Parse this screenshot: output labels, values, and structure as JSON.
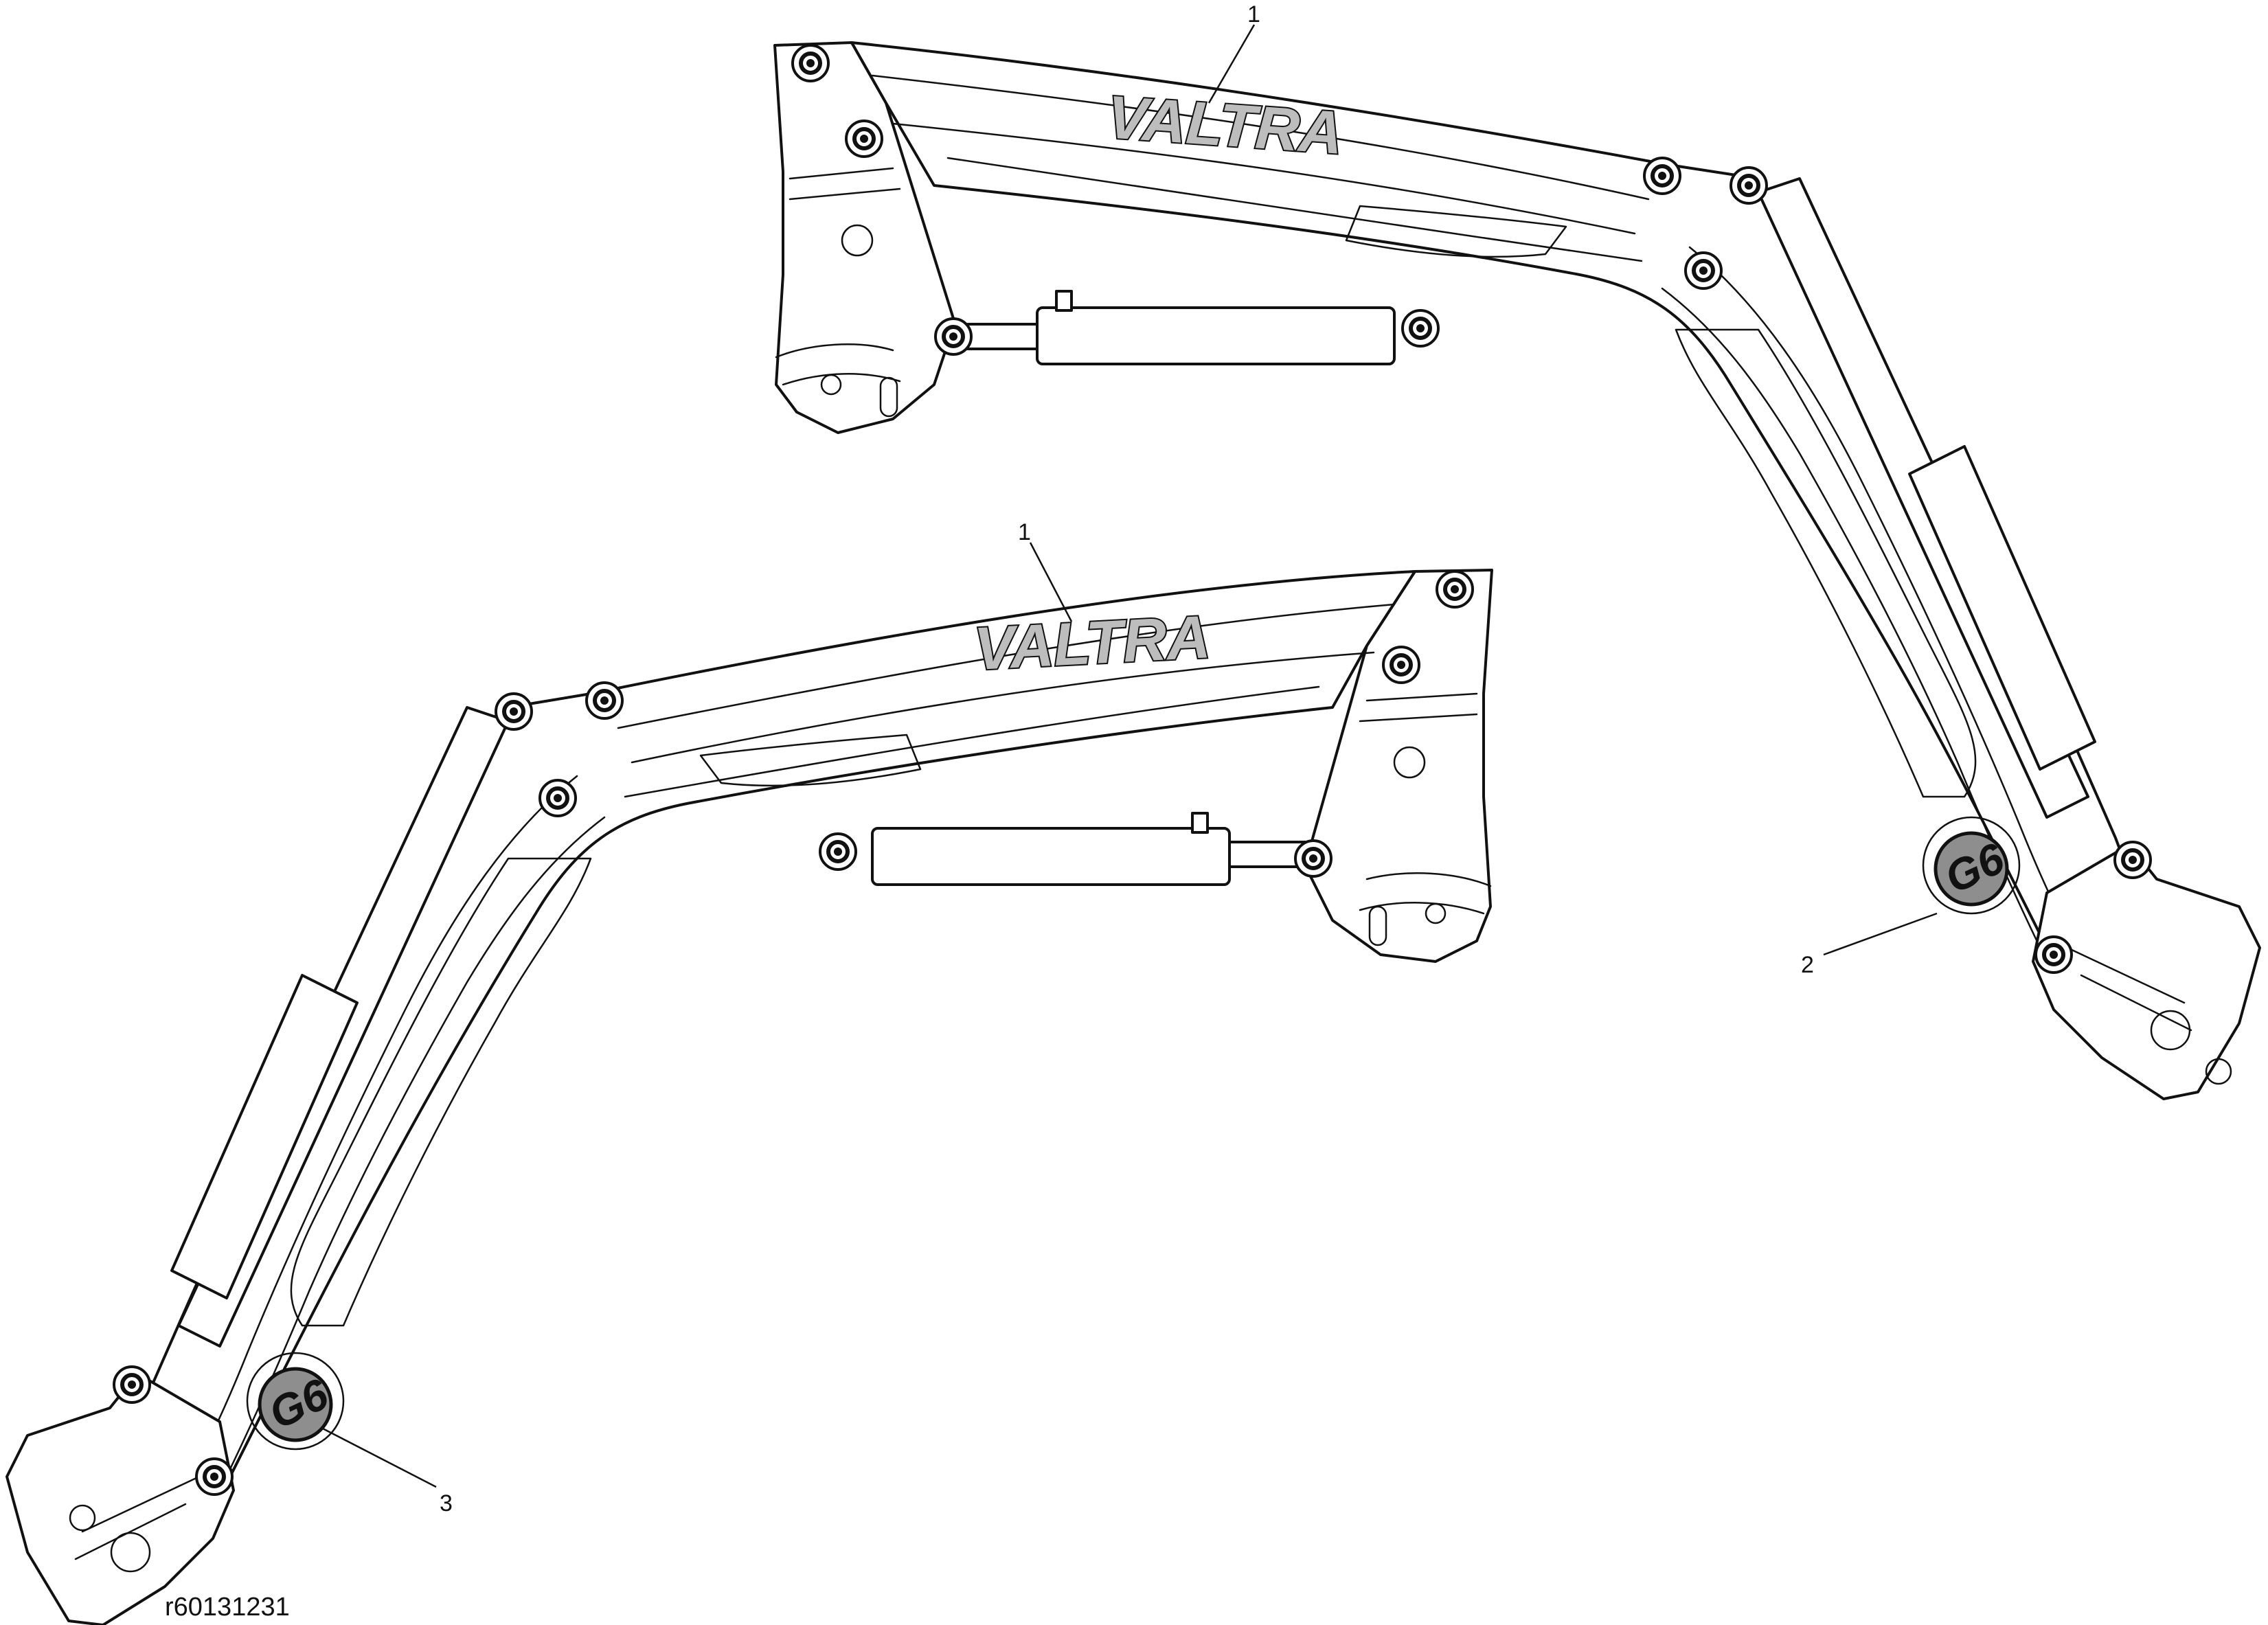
{
  "figure": {
    "reference_code": "r60131231"
  },
  "decals": {
    "brand_text": "VALTRA",
    "mark_text": "G6"
  },
  "callouts": [
    {
      "number": "1"
    },
    {
      "number": "1"
    },
    {
      "number": "2"
    },
    {
      "number": "3"
    }
  ],
  "colors": {
    "line": "#111111",
    "decal_fill": "#bdbdbd",
    "mark_fill": "#8e8e8e",
    "background": "#ffffff"
  }
}
